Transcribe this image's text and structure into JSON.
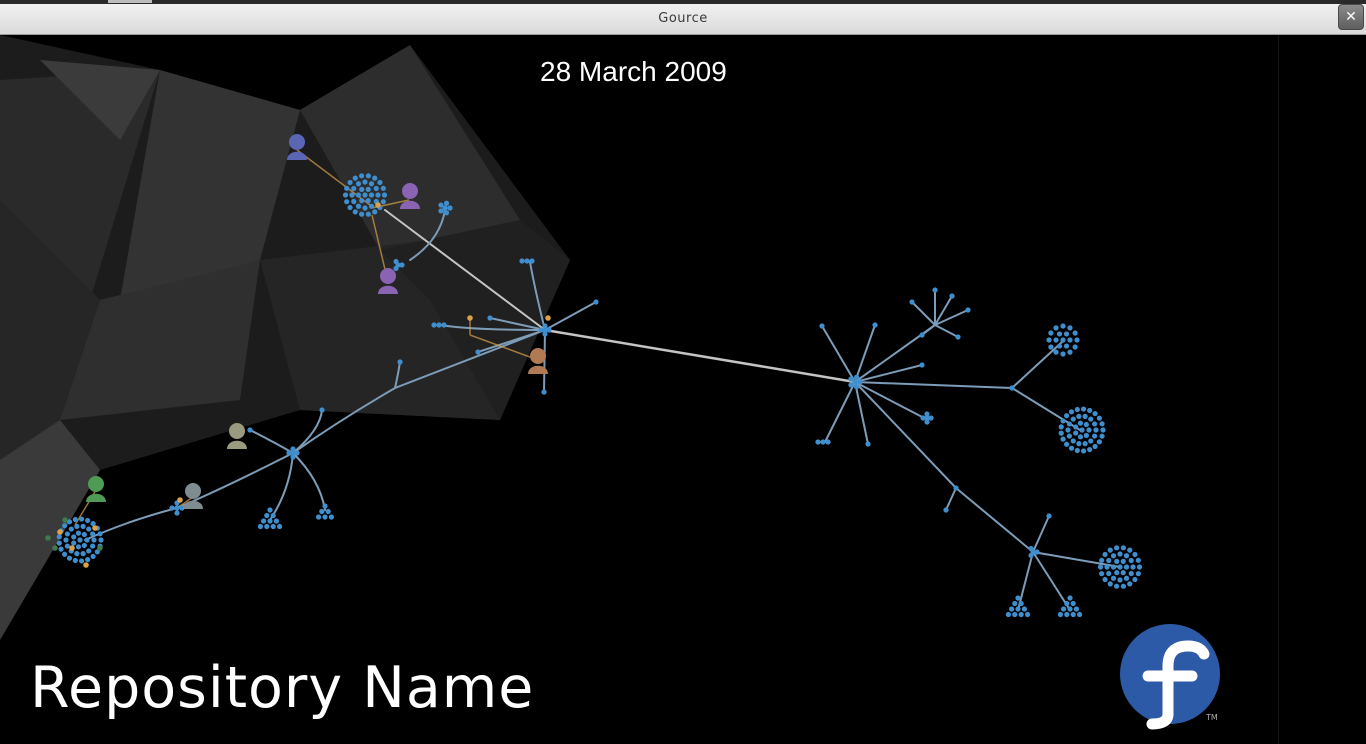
{
  "window": {
    "title": "Gource",
    "close_glyph": "✕"
  },
  "visualization": {
    "date": "28 March 2009",
    "repository_name": "Repository Name",
    "logo": "fedora-logo",
    "colors": {
      "file_node": "#3f8fcf",
      "edge": "#7c9cb8",
      "hub_link": "#c4c4c4"
    },
    "users": [
      {
        "icon": "user-avatar-icon",
        "color": "#5a66b3"
      },
      {
        "icon": "user-avatar-icon",
        "color": "#8a63b3"
      },
      {
        "icon": "user-avatar-icon",
        "color": "#8a63b3"
      },
      {
        "icon": "user-avatar-icon",
        "color": "#b07a55"
      },
      {
        "icon": "user-avatar-icon",
        "color": "#9a9a7e"
      },
      {
        "icon": "user-avatar-icon",
        "color": "#7f8c90"
      },
      {
        "icon": "user-avatar-icon",
        "color": "#4f9a55"
      }
    ]
  }
}
